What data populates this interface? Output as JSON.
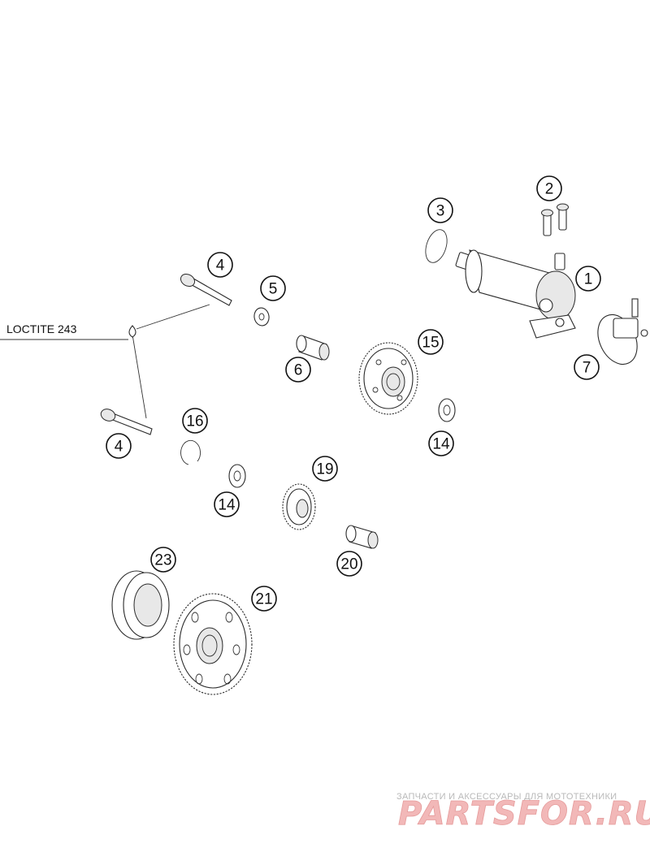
{
  "diagram": {
    "note": "LOCTITE 243",
    "callouts": [
      "1",
      "2",
      "3",
      "4",
      "4",
      "5",
      "6",
      "7",
      "14",
      "14",
      "15",
      "16",
      "19",
      "20",
      "21",
      "23"
    ]
  },
  "watermark": {
    "subtitle": "ЗАПЧАСТИ И АКСЕССУАРЫ ДЛЯ МОТОТЕХНИКИ",
    "brand": "PARTSFOR.RU"
  }
}
